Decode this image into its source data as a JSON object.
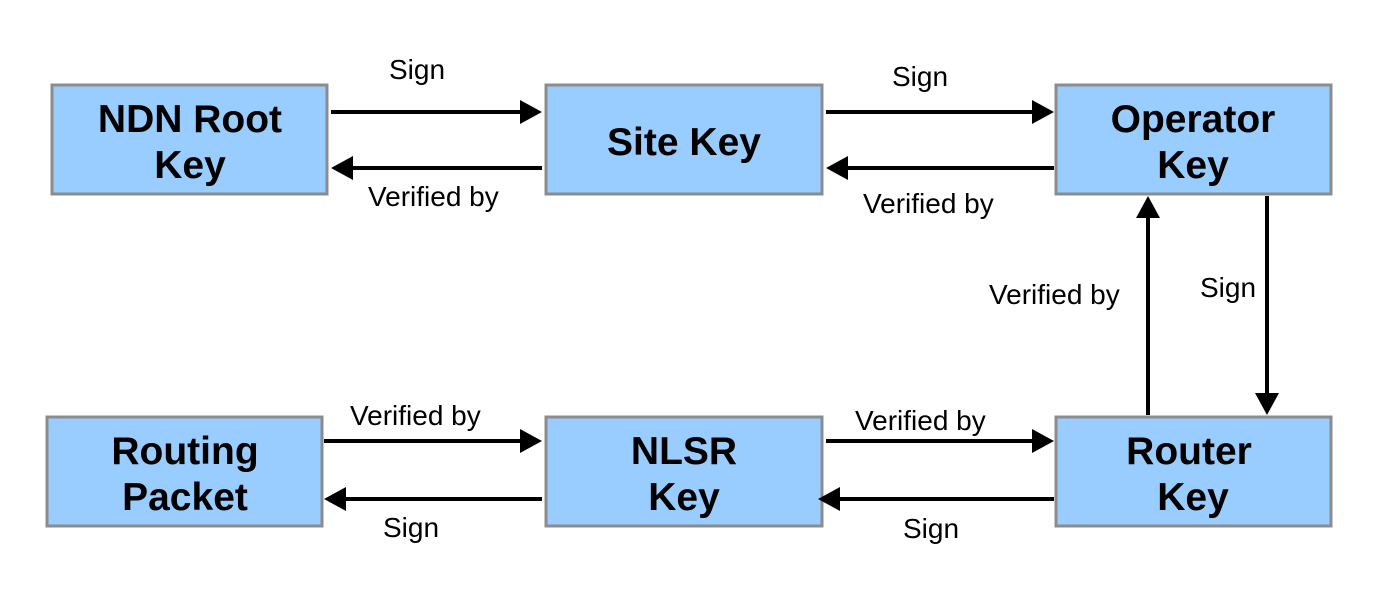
{
  "nodes": {
    "ndn_root_key": {
      "line1": "NDN Root",
      "line2": "Key"
    },
    "site_key": {
      "line1": "Site Key"
    },
    "operator_key": {
      "line1": "Operator",
      "line2": "Key"
    },
    "routing_packet": {
      "line1": "Routing",
      "line2": "Packet"
    },
    "nlsr_key": {
      "line1": "NLSR",
      "line2": "Key"
    },
    "router_key": {
      "line1": "Router",
      "line2": "Key"
    }
  },
  "edges": {
    "root_to_site": "Sign",
    "site_to_root": "Verified by",
    "site_to_operator": "Sign",
    "operator_to_site": "Verified by",
    "router_to_operator": "Verified by",
    "operator_to_router": "Sign",
    "routing_to_nlsr": "Verified by",
    "nlsr_to_routing": "Sign",
    "nlsr_to_router": "Verified by",
    "router_to_nlsr": "Sign"
  },
  "colors": {
    "node_fill": "#99ccff",
    "node_border": "#8c8c8c",
    "edge": "#000000"
  }
}
